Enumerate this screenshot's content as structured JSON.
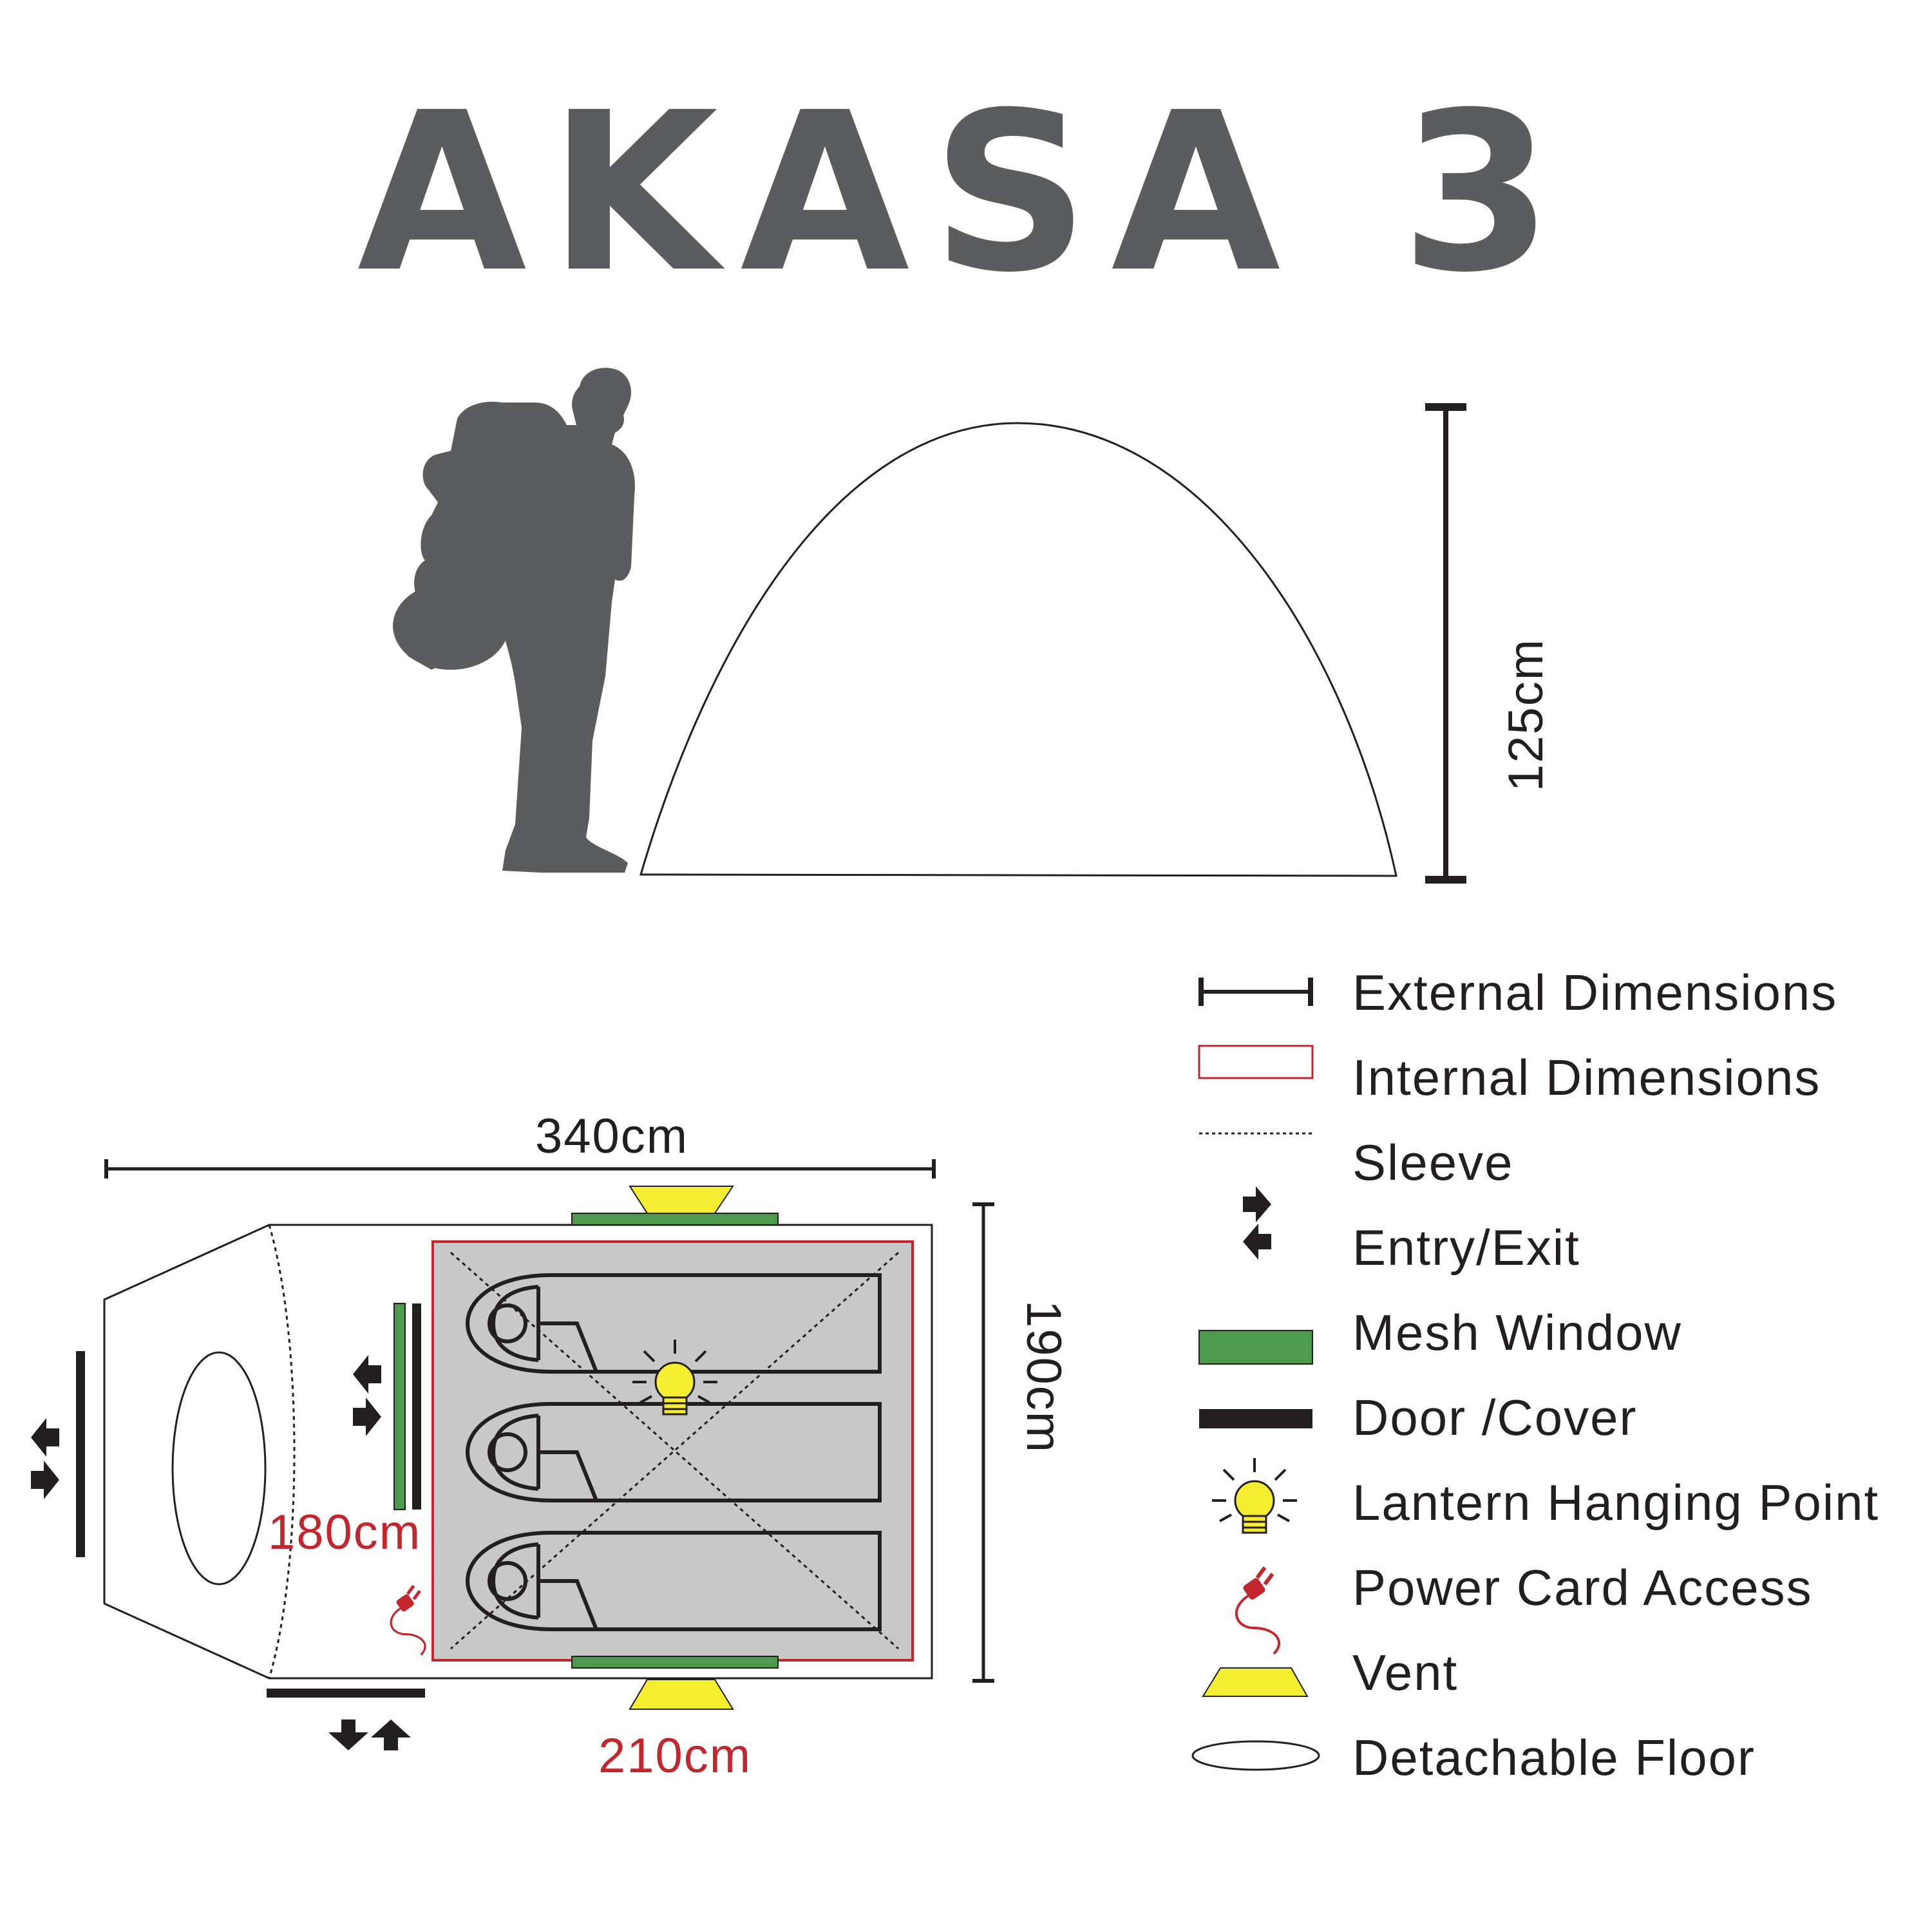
{
  "title": "AKASA 3",
  "dimensions": {
    "height": "125cm",
    "external_length": "340cm",
    "external_width": "190cm",
    "internal_width": "180cm",
    "internal_length": "210cm"
  },
  "legend": [
    {
      "icon": "external-dimensions-icon",
      "label": "External Dimensions"
    },
    {
      "icon": "internal-dimensions-icon",
      "label": "Internal Dimensions"
    },
    {
      "icon": "sleeve-icon",
      "label": "Sleeve"
    },
    {
      "icon": "entry-exit-icon",
      "label": "Entry/Exit"
    },
    {
      "icon": "mesh-window-icon",
      "label": "Mesh Window"
    },
    {
      "icon": "door-cover-icon",
      "label": "Door /Cover"
    },
    {
      "icon": "lantern-icon",
      "label": "Lantern Hanging Point"
    },
    {
      "icon": "power-plug-icon",
      "label": "Power Card Access"
    },
    {
      "icon": "vent-icon",
      "label": "Vent"
    },
    {
      "icon": "detachable-floor-icon",
      "label": "Detachable Floor"
    }
  ],
  "colors": {
    "silhouette": "#5b5c5e",
    "line": "#231f20",
    "internal": "#c1272d",
    "mesh": "#4d9a4f",
    "vent": "#f5ee30",
    "inner_floor": "#c8c8c8"
  }
}
